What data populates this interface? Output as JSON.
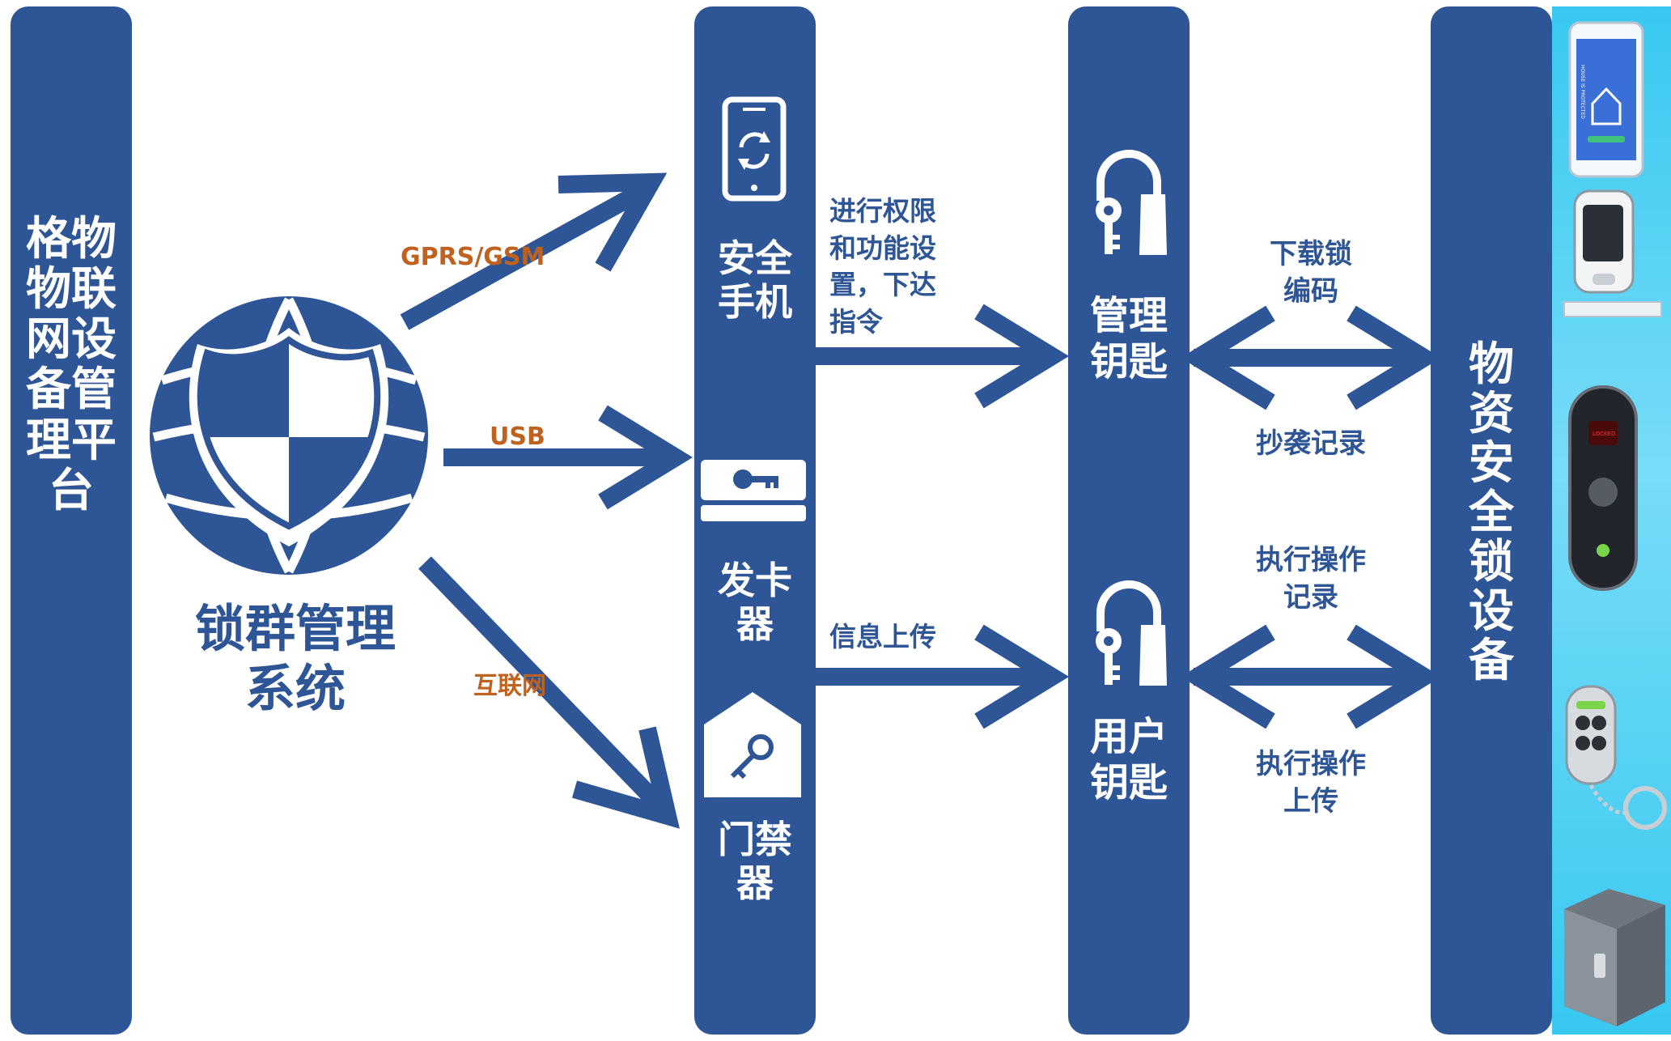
{
  "platform": {
    "label": "格物物联网设备管理平台"
  },
  "system": {
    "label": "锁群管理\n系统"
  },
  "channels": {
    "gprs": "GPRS/GSM",
    "usb": "USB",
    "internet": "互联网"
  },
  "terminals": {
    "phone": "安全\n手机",
    "card_reader": "发卡\n器",
    "access_control": "门禁\n器"
  },
  "flows": {
    "permission": "进行权限\n和功能设\n置，下达\n指令",
    "upload_info": "信息上传",
    "download_code": "下载锁\n编码",
    "copy_record": "抄袭记录",
    "exec_record": "执行操作\n记录",
    "exec_upload": "执行操作\n上传"
  },
  "keys": {
    "admin": "管理\n钥匙",
    "user": "用户\n钥匙"
  },
  "lock_devices": {
    "label": "物资安全锁设备"
  },
  "device_screen_text": {
    "phone": "HOUSE IS PROTECTED",
    "lock": "LOCKED"
  },
  "icons": [
    "shield-globe-icon",
    "phone-sync-icon",
    "key-card-icon",
    "home-key-icon",
    "padlock-key-icon"
  ],
  "colors": {
    "primary": "#2e5596",
    "label_orange": "#c0621f",
    "strip": "#37c8f0"
  }
}
